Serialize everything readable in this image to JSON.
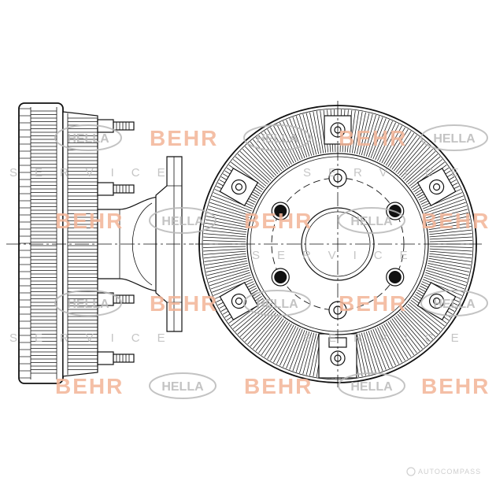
{
  "watermark": {
    "behr": "BEHR",
    "hella": "HELLA",
    "service": "SERVICE",
    "site_logo": "AUTOCOMPASS"
  },
  "icons": {
    "site_logo": "site-logo-icon"
  },
  "colors": {
    "background": "#ffffff",
    "line": "#111111",
    "behr": "#f3b497",
    "hella": "#b9b9b9",
    "service": "#bcbcbc",
    "site_logo": "#cfcfcf"
  }
}
